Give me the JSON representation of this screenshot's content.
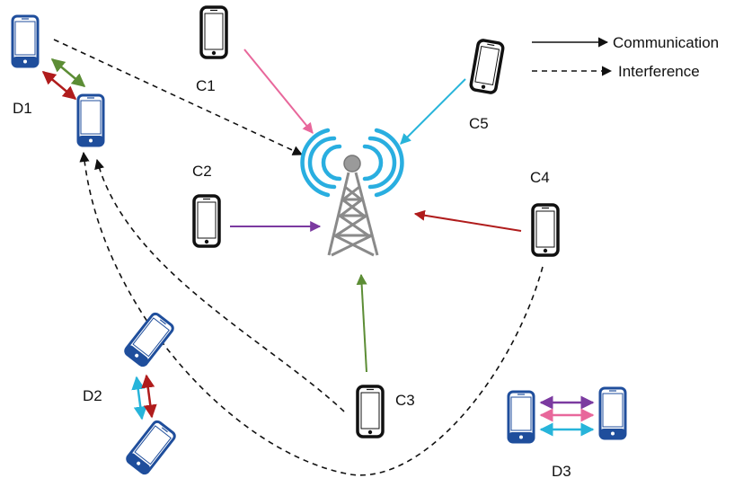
{
  "legend": {
    "communication": "Communication",
    "interference": "Interference"
  },
  "labels": {
    "c1": "C1",
    "c2": "C2",
    "c3": "C3",
    "c4": "C4",
    "c5": "C5",
    "d1": "D1",
    "d2": "D2",
    "d3": "D3"
  },
  "colors": {
    "cellular_phone": "#111111",
    "d2d_phone": "#1f4e9c",
    "tower": "#8a8a8a",
    "signal": "#29aee0",
    "pink": "#e8679b",
    "cyan": "#27b4da",
    "purple": "#7b3aa0",
    "red": "#b01c1c",
    "green": "#5c8d35"
  }
}
